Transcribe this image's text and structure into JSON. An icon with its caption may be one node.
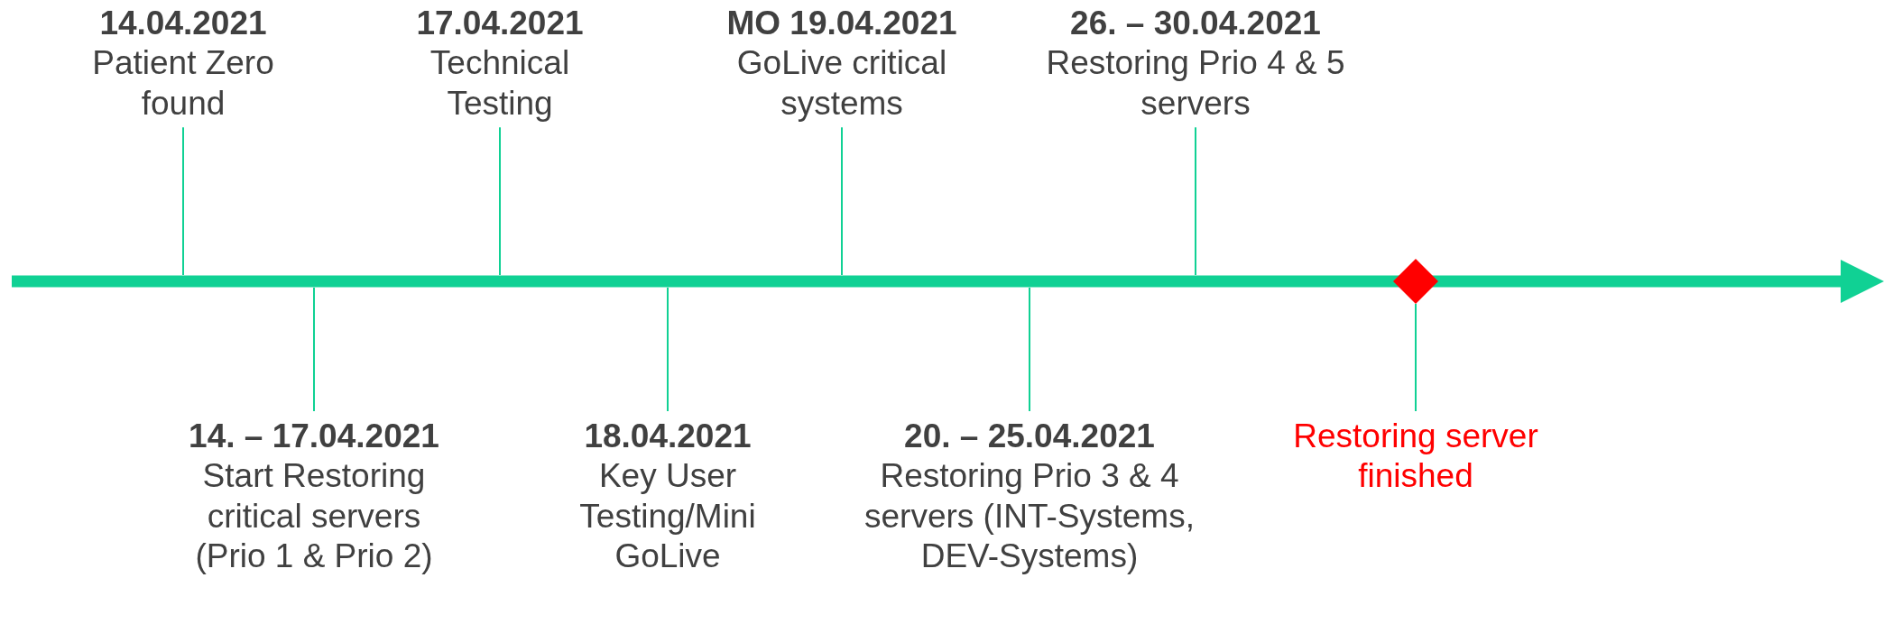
{
  "diagram": {
    "nodes": [
      {
        "text": [
          "14.04.2021",
          "Patient Zero found"
        ]
      },
      {
        "text": [
          "17.04.2021",
          "Technical Testing"
        ]
      },
      {
        "text": [
          "MO 19.04.2021",
          "GoLive critical systems"
        ]
      },
      {
        "text": [
          "26. – 30.04.2021",
          "Restoring Prio 4 & 5 servers"
        ]
      },
      {
        "text": [
          "14. – 17.04.2021",
          "Start Restoring critical servers (Prio 1 & Prio 2)"
        ]
      },
      {
        "text": [
          "18.04.2021",
          "Key User Testing/Mini GoLive"
        ]
      },
      {
        "text": [
          "20. – 25.04.2021",
          "Restoring Prio 3 & 4 servers (INT-Systems, DEV-Systems)"
        ]
      },
      {
        "text": [],
        "shape": "diamond"
      },
      {
        "text": [
          "Restoring server finished"
        ]
      }
    ],
    "edges": [
      {
        "from": 0,
        "to": null,
        "arrow": "none"
      },
      {
        "from": 1,
        "to": null,
        "arrow": "none"
      },
      {
        "from": 2,
        "to": null,
        "arrow": "none"
      },
      {
        "from": 3,
        "to": null,
        "arrow": "none"
      },
      {
        "from": 4,
        "to": null,
        "arrow": "none"
      },
      {
        "from": 5,
        "to": null,
        "arrow": "none"
      },
      {
        "from": 6,
        "to": null,
        "arrow": "none"
      },
      {
        "from": 8,
        "to": 7,
        "arrow": "none"
      }
    ]
  }
}
